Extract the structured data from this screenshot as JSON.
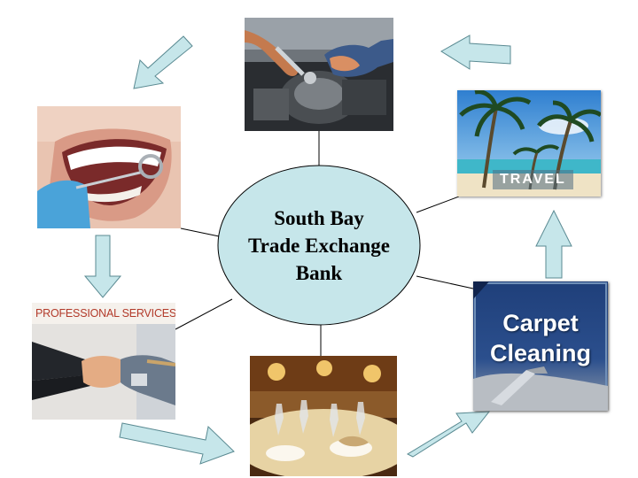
{
  "hub": {
    "lines": [
      "South Bay",
      "Trade Exchange",
      "Bank"
    ],
    "fill": "#c6e6ea",
    "stroke": "#000000"
  },
  "arrow_fill": "#c6e6ea",
  "nodes": {
    "mechanic": {
      "icon": "mechanic-repair-photo"
    },
    "dentist": {
      "icon": "dental-care-photo"
    },
    "professional": {
      "banner": "PROFESSIONAL SERVICES",
      "icon": "handshake-photo"
    },
    "restaurant": {
      "icon": "restaurant-table-photo"
    },
    "carpet": {
      "label_line1": "Carpet",
      "label_line2": "Cleaning",
      "icon": "carpet-cleaning-photo"
    },
    "travel": {
      "label": "TRAVEL",
      "icon": "beach-palm-trees-photo"
    }
  }
}
